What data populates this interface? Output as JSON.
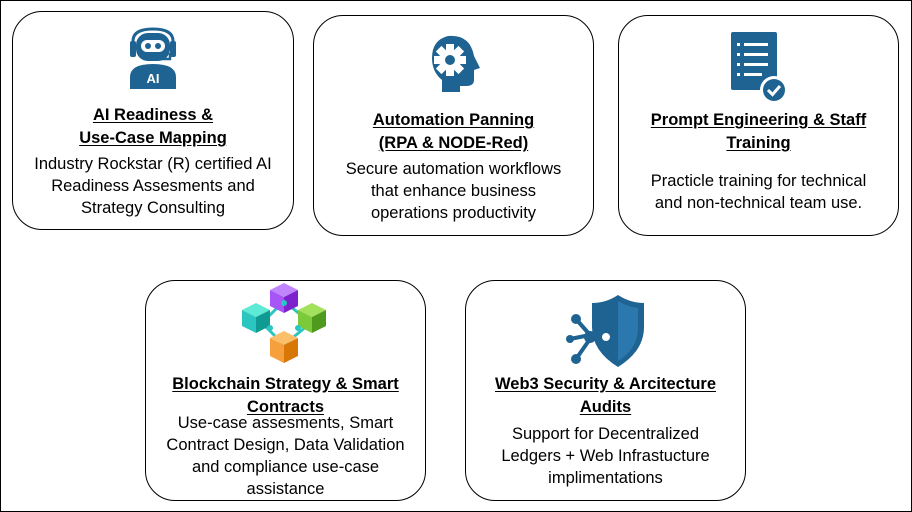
{
  "cards": [
    {
      "title_lines": [
        "AI Readiness &",
        "Use-Case Mapping"
      ],
      "desc_lines": [
        "Industry Rockstar (R) certified AI",
        "Readiness Assesments and",
        "Strategy Consulting"
      ],
      "icon": "ai-robot-icon",
      "icon_text": "AI"
    },
    {
      "title_lines": [
        "Automation Panning",
        "(RPA & NODE-Red)"
      ],
      "desc_lines": [
        "Secure automation workflows",
        "that enhance business",
        "operations productivity"
      ],
      "icon": "gear-head-icon"
    },
    {
      "title_lines": [
        "Prompt Engineering & Staff",
        "Training"
      ],
      "desc_lines": [
        "Practicle training for technical",
        "and non-technical team use."
      ],
      "icon": "checklist-icon"
    },
    {
      "title_lines": [
        "Blockchain Strategy & Smart",
        "Contracts"
      ],
      "desc_lines": [
        "Use-case assesments, Smart",
        "Contract Design, Data Validation",
        "and compliance use-case",
        "assistance"
      ],
      "icon": "blockchain-cubes-icon"
    },
    {
      "title_lines": [
        "Web3 Security & Arcitecture",
        "Audits"
      ],
      "desc_lines": [
        "Support for Decentralized",
        "Ledgers + Web Infrastucture",
        "implimentations"
      ],
      "icon": "shield-network-icon"
    }
  ],
  "colors": {
    "icon_blue": "#1e6391",
    "cube_purple": "#a855f7",
    "cube_teal": "#2bc6c0",
    "cube_green": "#7cc93a",
    "cube_orange": "#f5a03c"
  }
}
